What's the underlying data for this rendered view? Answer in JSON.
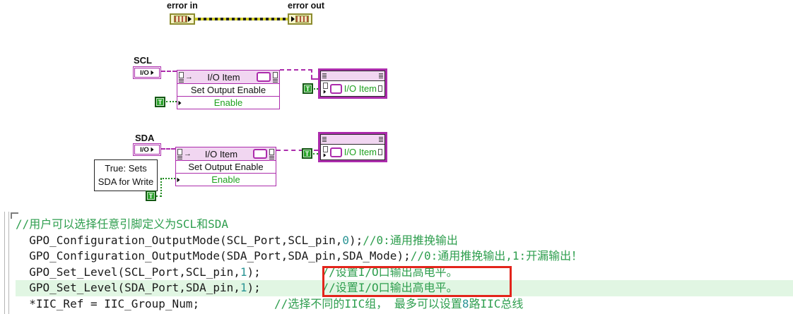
{
  "diagram": {
    "error_in": "error in",
    "error_out": "error out",
    "scl_label": "SCL",
    "sda_label": "SDA",
    "io_terminal_text": "I/O",
    "true_constant": "T",
    "property_node": {
      "title": "I/O Item",
      "row2": "Set Output Enable",
      "row3": "Enable"
    },
    "io_node_label": "I/O Item",
    "sda_comment_line1": "True: Sets",
    "sda_comment_line2": "SDA for Write"
  },
  "code": {
    "lines": [
      {
        "highlight": false,
        "segments": [
          {
            "t": "//用户可以选择任意引脚定义为SCL和SDA",
            "c": "comment"
          }
        ]
      },
      {
        "highlight": false,
        "segments": [
          {
            "t": "  GPO_Configuration_OutputMode(SCL_Port,SCL_pin,",
            "c": "code"
          },
          {
            "t": "0",
            "c": "num"
          },
          {
            "t": ");",
            "c": "code"
          },
          {
            "t": "//0:通用推挽输出",
            "c": "comment"
          }
        ]
      },
      {
        "highlight": false,
        "segments": [
          {
            "t": "  GPO_Configuration_OutputMode(SDA_Port,SDA_pin,SDA_Mode);",
            "c": "code"
          },
          {
            "t": "//0:通用推挽输出,1:开漏输出！",
            "c": "comment"
          }
        ]
      },
      {
        "highlight": false,
        "segments": [
          {
            "t": "  GPO_Set_Level(SCL_Port,SCL_pin,",
            "c": "code"
          },
          {
            "t": "1",
            "c": "num"
          },
          {
            "t": ");         ",
            "c": "code"
          },
          {
            "t": "//设置I/O口输出高电平。",
            "c": "comment"
          }
        ]
      },
      {
        "highlight": true,
        "segments": [
          {
            "t": "  GPO_Set_Level(SDA_Port,SDA_pin,",
            "c": "code"
          },
          {
            "t": "1",
            "c": "num"
          },
          {
            "t": ");         ",
            "c": "code"
          },
          {
            "t": "//设置I/O口输出高电平。",
            "c": "comment"
          }
        ]
      },
      {
        "highlight": false,
        "segments": [
          {
            "t": "  *IIC_Ref = IIC_Group_Num;           ",
            "c": "code"
          },
          {
            "t": "//选择不同的IIC组， 最多可以设置",
            "c": "comment"
          },
          {
            "t": "8",
            "c": "num"
          },
          {
            "t": "路IIC总线",
            "c": "comment"
          }
        ]
      }
    ]
  },
  "colors": {
    "magenta": "#AC2CAC",
    "node_pink": "#F1D6F1",
    "green_text": "#1FA11F",
    "comment_green": "#2E9E4E",
    "number_teal": "#2A9494",
    "highlight_green": "#E1F6E3",
    "red_box": "#E3241B",
    "error_olive": "#8C8C2E"
  }
}
